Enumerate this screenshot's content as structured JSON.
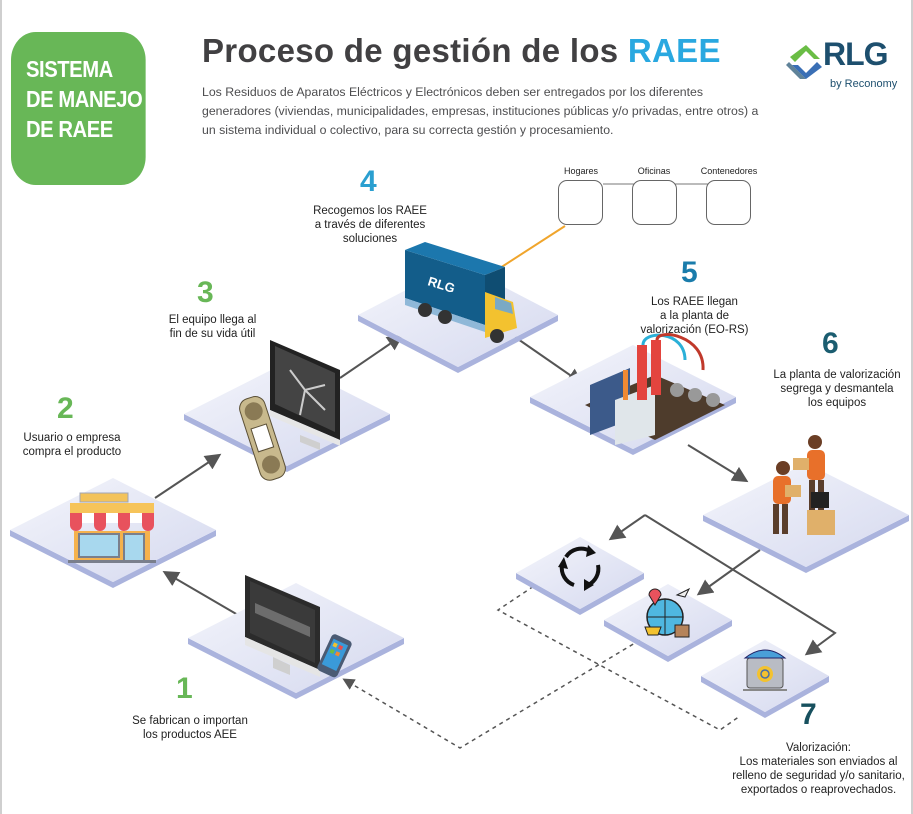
{
  "badge": {
    "lines": [
      "SISTEMA",
      "DE MANEJO",
      "DE RAEE"
    ],
    "color": "#68b757"
  },
  "header": {
    "title_prefix": "Proceso de gestión de los",
    "title_accent": "RAEE",
    "accent_color": "#29a8e0",
    "intro": "Los Residuos de Aparatos Eléctricos y Electrónicos deben ser entregados por los diferentes generadores (viviendas, municipalidades, empresas, instituciones públicas y/o privadas, entre otros) a un sistema individual o colectivo, para su correcta gestión y procesamiento."
  },
  "logo": {
    "name": "RLG",
    "sub": "by Reconomy",
    "colors": {
      "dark": "#1d4f6e",
      "blue": "#3a6fb5",
      "green": "#6abd45"
    }
  },
  "sources": [
    {
      "label": "Hogares",
      "icon": "house-icon"
    },
    {
      "label": "Oficinas",
      "icon": "office-desk-icon"
    },
    {
      "label": "Contenedores",
      "icon": "recycling-bin-icon"
    }
  ],
  "steps": [
    {
      "number": "1",
      "color": "#68b757",
      "lines": [
        "Se fabrican o importan",
        "los productos AEE"
      ],
      "icon": "computer-phone-icon"
    },
    {
      "number": "2",
      "color": "#68b757",
      "lines": [
        "Usuario o empresa",
        "compra el producto"
      ],
      "icon": "store-icon"
    },
    {
      "number": "3",
      "color": "#68b757",
      "lines": [
        "El equipo llega al",
        "fin de su vida útil"
      ],
      "icon": "broken-monitor-icon"
    },
    {
      "number": "4",
      "color": "#2a9fd0",
      "lines": [
        "Recogemos los RAEE",
        "a través de diferentes",
        "soluciones"
      ],
      "icon": "truck-icon"
    },
    {
      "number": "5",
      "color": "#1a7cab",
      "lines": [
        "Los RAEE llegan",
        "a la planta de",
        "valorización (EO-RS)"
      ],
      "icon": "factory-icon"
    },
    {
      "number": "6",
      "color": "#1b5d70",
      "lines": [
        "La planta de valorización",
        "segrega y desmantela",
        "los equipos"
      ],
      "icon": "workers-icon"
    },
    {
      "number": "7",
      "color": "#17505e",
      "lines": [
        "Valorización:",
        "Los materiales son enviados al",
        "relleno de seguridad y/o sanitario,",
        "exportados o reaprovechados."
      ],
      "icon": "container-icon"
    }
  ],
  "outcomes": [
    {
      "icon": "recycle-arrows-icon"
    },
    {
      "icon": "export-globe-icon"
    },
    {
      "icon": "waste-container-icon"
    }
  ],
  "truck_brand": "RLG"
}
